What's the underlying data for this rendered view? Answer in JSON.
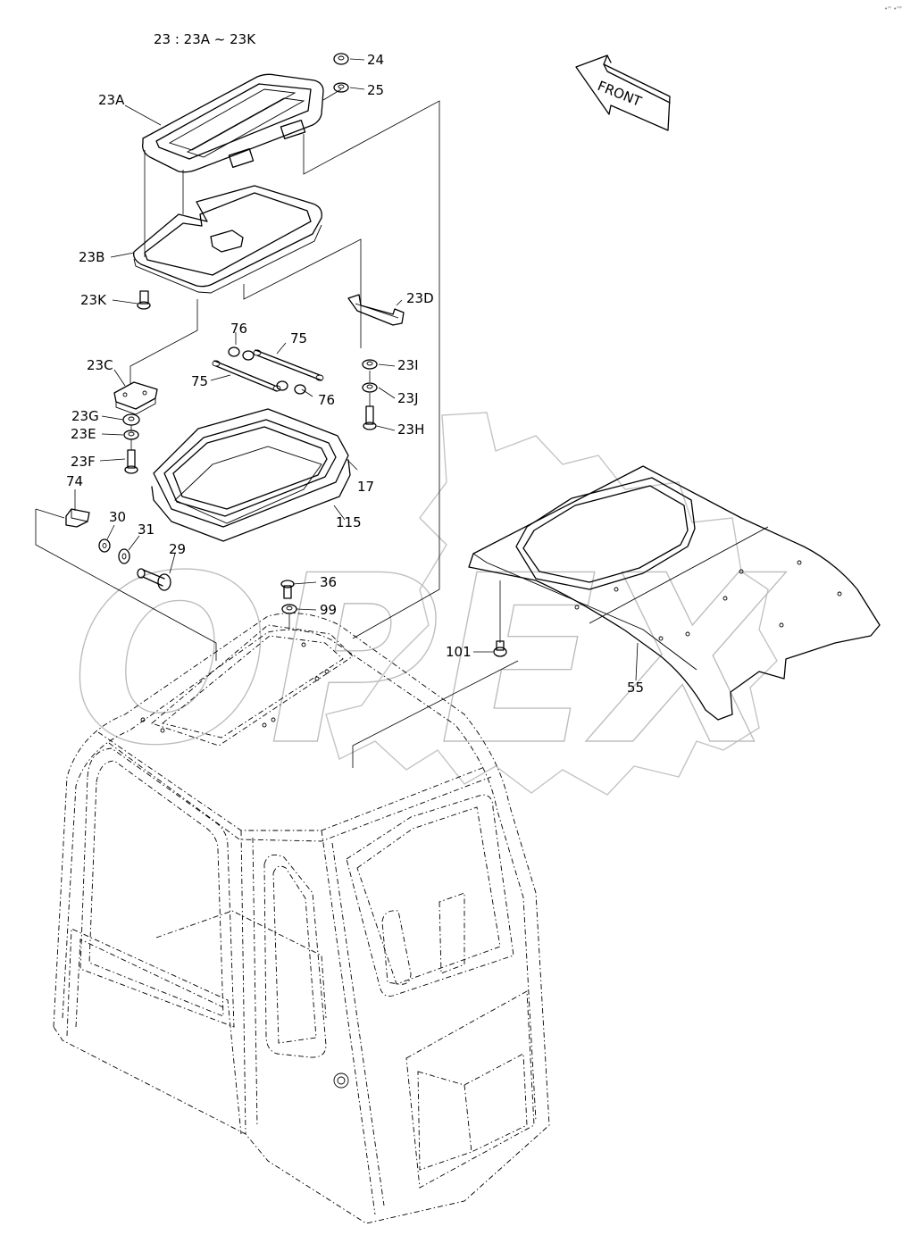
{
  "header": {
    "range_note": "23 : 23A ~ 23K"
  },
  "corner_mark": "•ᴹ •ᴹᴹ",
  "direction_arrow": {
    "label": "FRONT"
  },
  "watermark": {
    "text": "OPEX"
  },
  "callouts": {
    "p24": "24",
    "p25": "25",
    "p23A": "23A",
    "p23B": "23B",
    "p23K": "23K",
    "p23D": "23D",
    "p76a": "76",
    "p75a": "75",
    "p75b": "75",
    "p76b": "76",
    "p23C": "23C",
    "p23I": "23I",
    "p23J": "23J",
    "p23H": "23H",
    "p23G": "23G",
    "p23E": "23E",
    "p23F": "23F",
    "p17": "17",
    "p115": "115",
    "p74": "74",
    "p30": "30",
    "p31": "31",
    "p29": "29",
    "p36": "36",
    "p99": "99",
    "p101": "101",
    "p55": "55"
  }
}
